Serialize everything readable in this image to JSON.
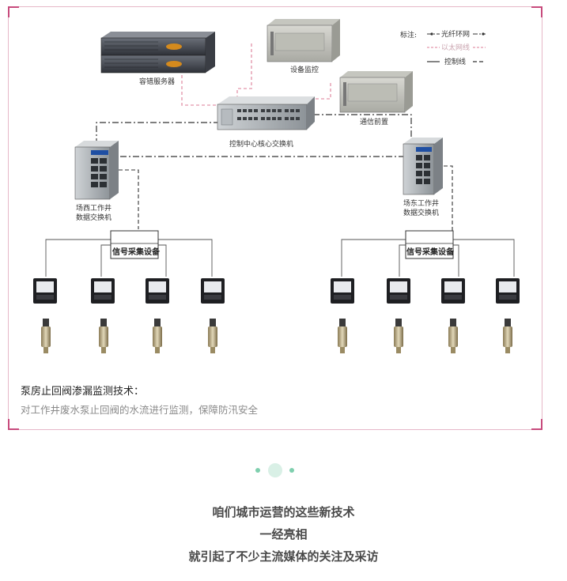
{
  "diagram": {
    "nodes": {
      "storage_server": "容错服务器",
      "monitor": "设备监控",
      "core_switch": "控制中心核心交换机",
      "comm_front": "通信前置",
      "west_switch_l1": "场西工作井",
      "west_switch_l2": "数据交换机",
      "east_switch_l1": "场东工作井",
      "east_switch_l2": "数据交换机",
      "collector_left": "信号采集设备",
      "collector_right": "信号采集设备"
    },
    "legend": {
      "title": "标注:",
      "items": [
        {
          "label": "光纤环网",
          "color": "#333333"
        },
        {
          "label": "以太网线",
          "color": "#e8a7b8"
        },
        {
          "label": "控制线",
          "color": "#333333"
        }
      ]
    }
  },
  "caption": {
    "title": "泵房止回阀渗漏监测技术：",
    "subtitle": "对工作井废水泵止回阀的水流进行监测，保障防汛安全"
  },
  "footer": {
    "line1": "咱们城市运营的这些新技术",
    "line2": "一经亮相",
    "line3": "就引起了不少主流媒体的关注及采访"
  },
  "colors": {
    "frame_corner": "#c74a7c",
    "frame_border": "#e6b7c8",
    "dots": "#7fcfae"
  }
}
